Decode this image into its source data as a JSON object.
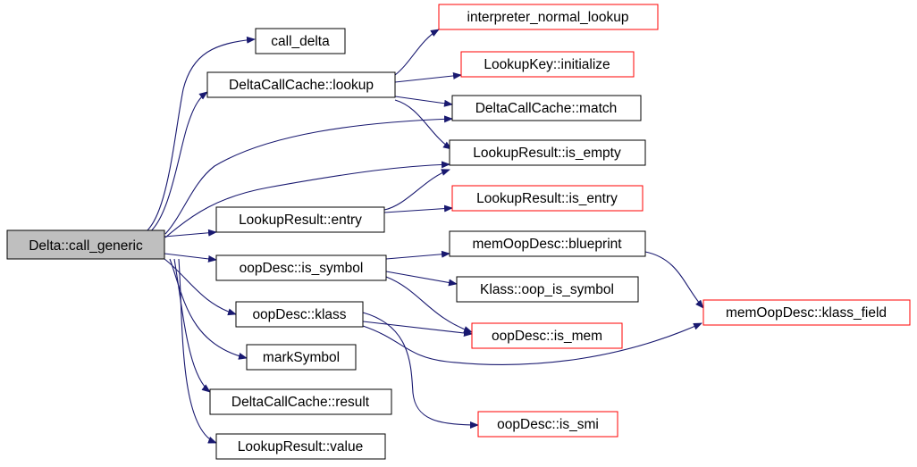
{
  "colors": {
    "edge": "#191970",
    "root_fill": "#bfbfbf",
    "node_border": "#000000",
    "truncated_border": "#ff0000",
    "node_fill": "#ffffff"
  },
  "nodes": {
    "root": "Delta::call_generic",
    "call_delta": "call_delta",
    "dcc_lookup": "DeltaCallCache::lookup",
    "interp_lookup": "interpreter_normal_lookup",
    "lookupkey_init": "LookupKey::initialize",
    "dcc_match": "DeltaCallCache::match",
    "lr_is_empty": "LookupResult::is_empty",
    "lr_entry": "LookupResult::entry",
    "lr_is_entry": "LookupResult::is_entry",
    "oop_is_symbol": "oopDesc::is_symbol",
    "mem_blueprint": "memOopDesc::blueprint",
    "klass_oop_is_symbol": "Klass::oop_is_symbol",
    "mem_klass_field": "memOopDesc::klass_field",
    "oop_klass": "oopDesc::klass",
    "oop_is_mem": "oopDesc::is_mem",
    "mark_symbol": "markSymbol",
    "dcc_result": "DeltaCallCache::result",
    "oop_is_smi": "oopDesc::is_smi",
    "lr_value": "LookupResult::value"
  }
}
